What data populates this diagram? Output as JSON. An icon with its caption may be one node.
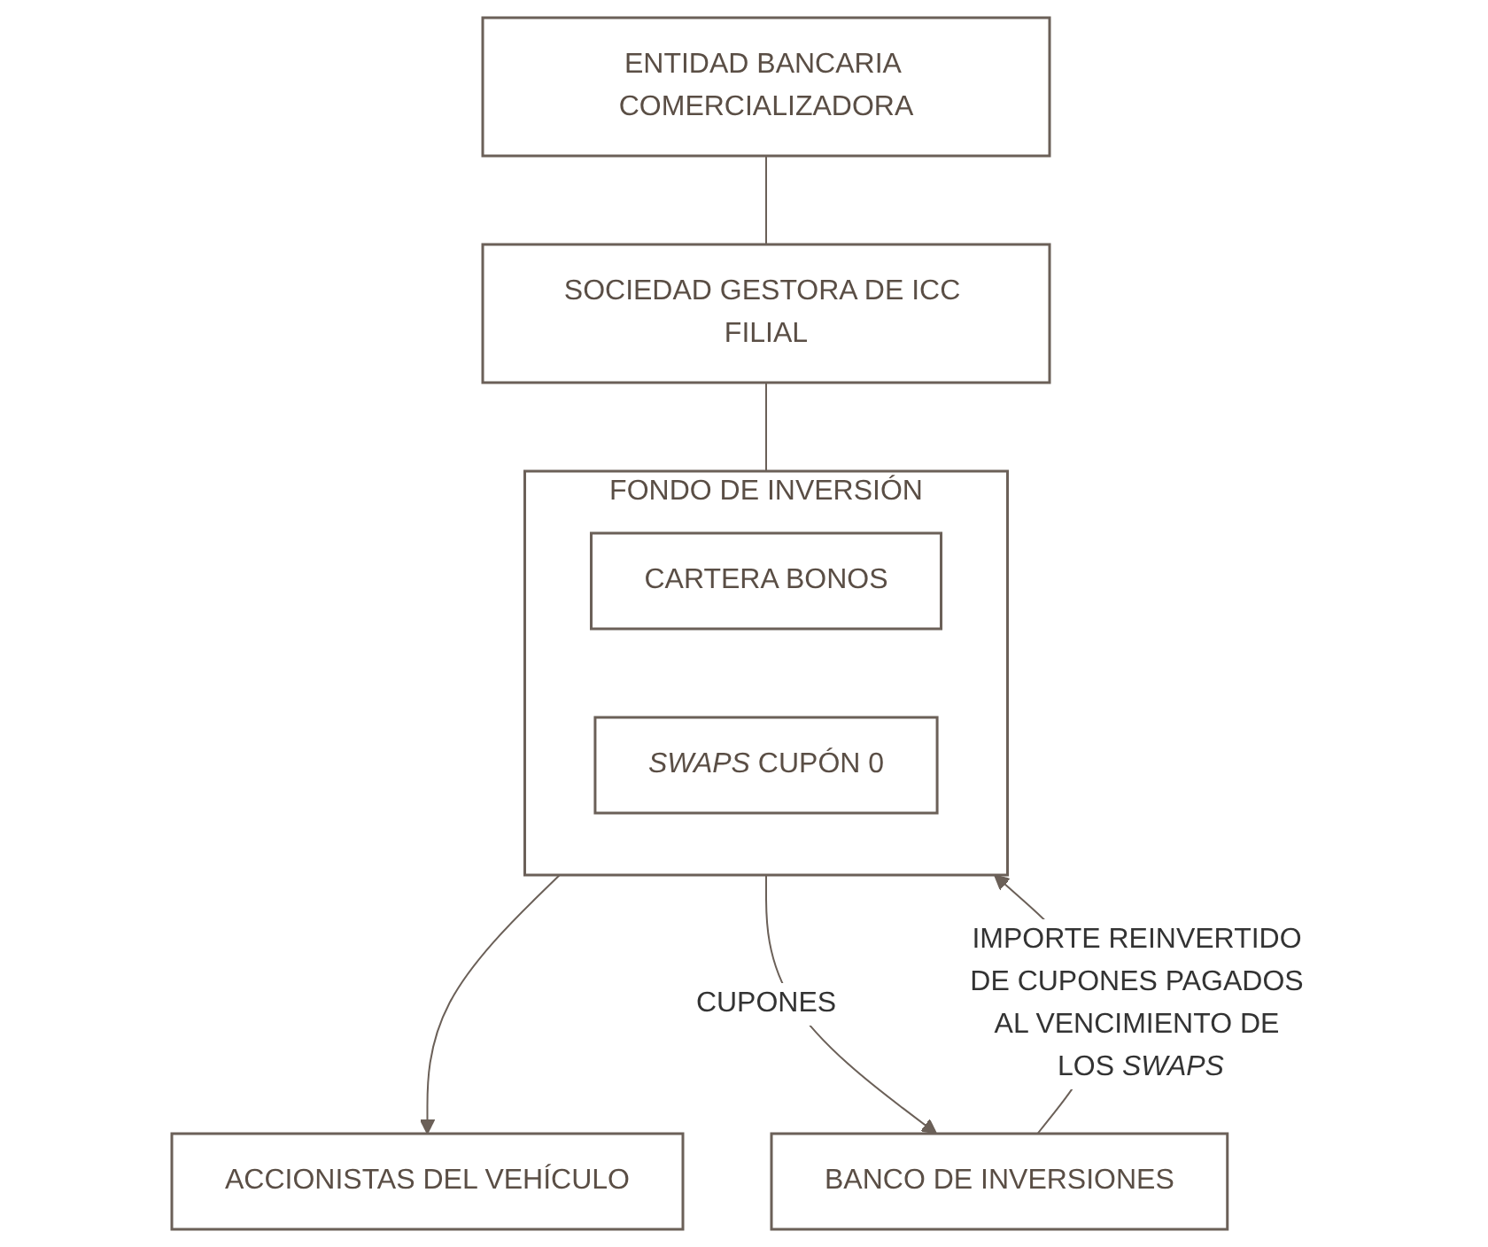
{
  "diagram": {
    "nodes": [
      {
        "text": [
          "ENTIDAD BANCARIA COMERCIALIZADORA"
        ]
      },
      {
        "text": [
          "SOCIEDAD GESTORA DE ICC FILIAL"
        ]
      },
      {
        "text": [
          "BANCO DE INVERSIONES"
        ]
      },
      {
        "text": [
          "FONDO DE INVERSIÓN"
        ]
      },
      {
        "text": [
          "CARTERA BONOS"
        ],
        "in": 3
      },
      {
        "text": [
          "*SWAPS* CUPÓN 0"
        ],
        "in": 3
      },
      {
        "text": [
          "ACCIONISTAS DEL VEHÍCULO"
        ]
      }
    ],
    "edges": [
      {
        "from": 0,
        "to": 1,
        "arrow": "none"
      },
      {
        "from": 1,
        "to": 3,
        "arrow": "none"
      },
      {
        "from": 3,
        "to": 6,
        "arrow": "to"
      },
      {
        "from": 3,
        "to": 2,
        "arrow": "to",
        "label": "CUPONES"
      },
      {
        "from": 2,
        "to": 3,
        "arrow": "to",
        "label": "IMPORTE REINVERTIDO DE CUPONES PAGADOS AL VENCIMIENTO DE LOS *SWAPS*"
      }
    ]
  }
}
